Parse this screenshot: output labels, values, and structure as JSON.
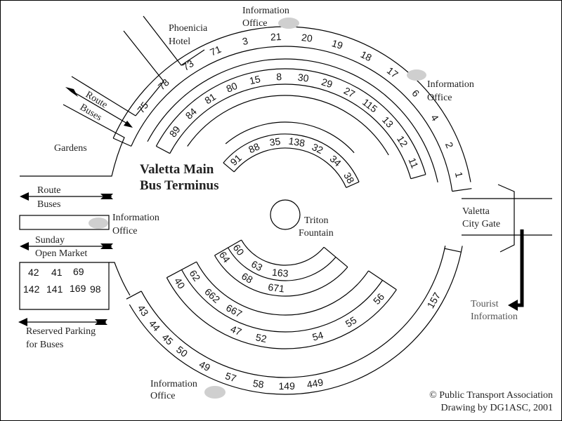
{
  "title": {
    "line1": "Valetta Main",
    "line2": "Bus Terminus"
  },
  "landmarks": {
    "phoenicia_hotel": [
      "Phoenicia",
      "Hotel"
    ],
    "gardens": "Gardens",
    "triton_fountain": [
      "Triton",
      "Fountain"
    ],
    "city_gate": [
      "Valetta",
      "City Gate"
    ],
    "tourist_information": [
      "Tourist",
      "Information"
    ]
  },
  "information_offices": [
    {
      "id": "top",
      "lines": [
        "Information",
        "Office"
      ]
    },
    {
      "id": "right",
      "lines": [
        "Information",
        "Office"
      ]
    },
    {
      "id": "left",
      "lines": [
        "Information",
        "Office"
      ]
    },
    {
      "id": "bottom",
      "lines": [
        "Information",
        "Office"
      ]
    }
  ],
  "route_labels": {
    "route_buses_upper": [
      "Route",
      "Buses"
    ],
    "route_buses_left": [
      "Route",
      "Buses"
    ],
    "sunday_market": [
      "Sunday",
      "Open Market"
    ],
    "reserved_parking": [
      "Reserved Parking",
      "for Buses"
    ]
  },
  "left_box_routes": {
    "row1": [
      "42",
      "41",
      "69"
    ],
    "row2": [
      "142",
      "141",
      "169",
      "98"
    ]
  },
  "bays": {
    "outer_top": [
      "75",
      "78",
      "73",
      "71",
      "3",
      "21",
      "20",
      "19",
      "18",
      "17",
      "6",
      "4",
      "2",
      "1"
    ],
    "second_top": [
      "89",
      "84",
      "81",
      "80",
      "15",
      "8",
      "30",
      "29",
      "27",
      "115",
      "13",
      "12",
      "11"
    ],
    "inner_top": [
      "91",
      "88",
      "35",
      "138",
      "32",
      "34",
      "38"
    ],
    "inner_bottom_upper": [
      "60",
      "63",
      "163"
    ],
    "inner_bottom_lower": [
      "64",
      "68",
      "671"
    ],
    "middle_bottom_upper": [
      "62",
      "662",
      "667"
    ],
    "middle_bottom_lower": [
      "40",
      "47",
      "52",
      "54",
      "55",
      "56"
    ],
    "outer_bottom_left": [
      "43",
      "44",
      "45",
      "50"
    ],
    "outer_bottom": [
      "49",
      "57",
      "58",
      "149",
      "449"
    ],
    "outer_right": [
      "157"
    ]
  },
  "credits": {
    "line1": "© Public Transport Association",
    "line2": "Drawing by DG1ASC, 2001"
  },
  "colors": {
    "info_dot": "#cfcfcf",
    "ink": "#000000"
  }
}
